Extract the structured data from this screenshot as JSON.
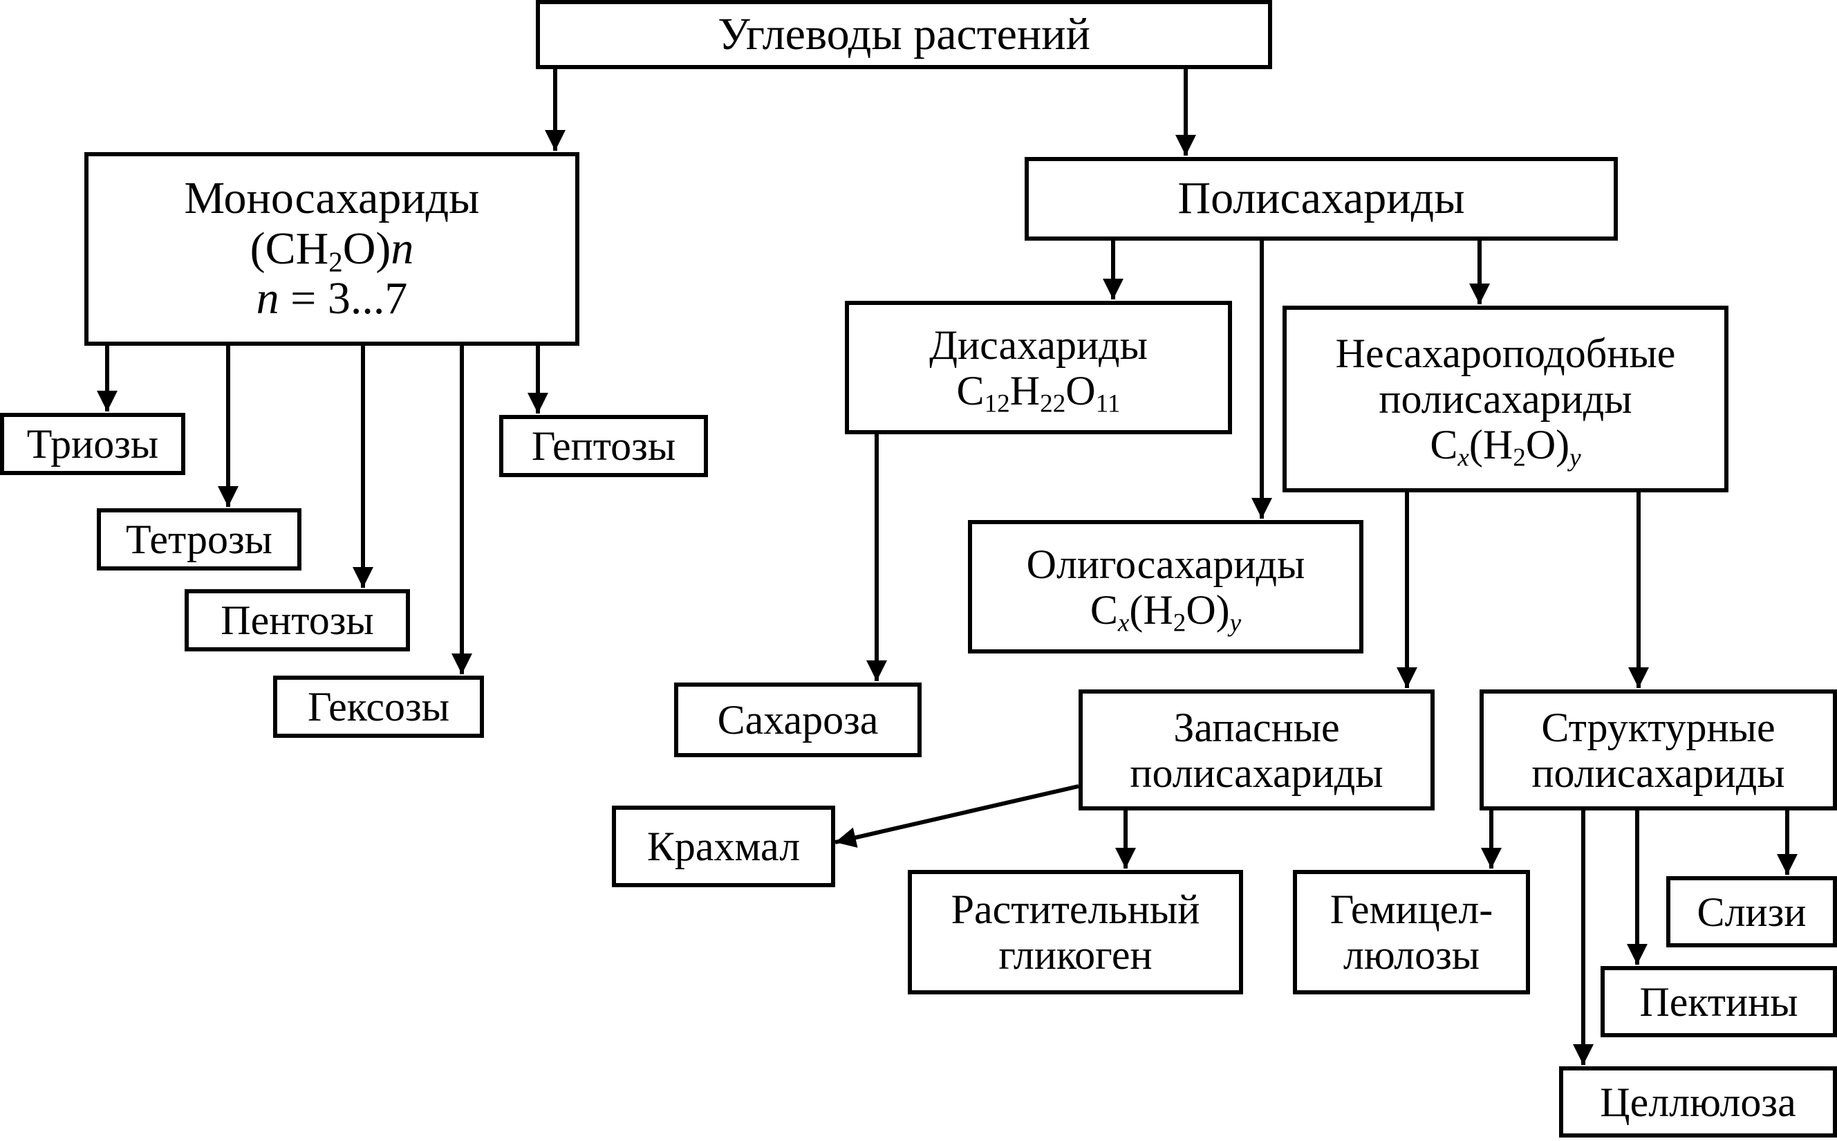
{
  "nodes": {
    "root": {
      "label": "Углеводы растений"
    },
    "mono": {
      "label": "Моносахариды",
      "formula": {
        "open": "(CH",
        "sub": "2",
        "close": "O)",
        "var": "n"
      },
      "range": {
        "var": "n",
        "eq": "=",
        "value": "3...7"
      }
    },
    "poly": {
      "label": "Полисахариды"
    },
    "di": {
      "label": "Дисахариды",
      "formula": {
        "c": "C",
        "c_sub": "12",
        "h": "H",
        "h_sub": "22",
        "o": "O",
        "o_sub": "11"
      }
    },
    "oligo": {
      "label": "Олигосахариды",
      "formula": {
        "c": "C",
        "c_sub": "x",
        "mid": "(H",
        "h_sub": "2",
        "close": "O)",
        "y_sub": "y"
      }
    },
    "nesah": {
      "line1": "Несахароподобные",
      "line2": "полисахариды",
      "formula": {
        "c": "C",
        "c_sub": "x",
        "mid": "(H",
        "h_sub": "2",
        "close": "O)",
        "y_sub": "y"
      }
    },
    "triozy": {
      "label": "Триозы"
    },
    "tetrozy": {
      "label": "Тетрозы"
    },
    "pentozy": {
      "label": "Пентозы"
    },
    "geksozy": {
      "label": "Гексозы"
    },
    "geptozy": {
      "label": "Гептозы"
    },
    "sakharoza": {
      "label": "Сахароза"
    },
    "zapasnye": {
      "line1": "Запасные",
      "line2": "полисахариды"
    },
    "strukturnye": {
      "line1": "Структурные",
      "line2": "полисахариды"
    },
    "krakhmal": {
      "label": "Крахмал"
    },
    "glikogen": {
      "line1": "Растительный",
      "line2": "гликоген"
    },
    "gemi": {
      "line1": "Гемицел-",
      "line2": "люлозы"
    },
    "slizi": {
      "label": "Слизи"
    },
    "pektiny": {
      "label": "Пектины"
    },
    "cellyuloza": {
      "label": "Целлюлоза"
    }
  }
}
